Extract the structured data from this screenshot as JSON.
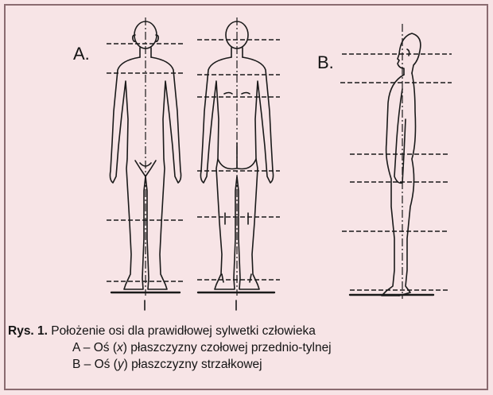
{
  "figure": {
    "label_a": "A.",
    "label_b": "B."
  },
  "caption": {
    "prefix": "Rys. 1.",
    "title": "Położenie osi dla prawidłowej sylwetki człowieka",
    "line_a": {
      "pre": "A – Oś (",
      "axis": "x",
      "post": ") płaszczyzny czołowej przednio-tylnej"
    },
    "line_b": {
      "pre": "B – Oś (",
      "axis": "y",
      "post": ") płaszczyzny strzałkowej"
    }
  },
  "colors": {
    "background": "#f7e4e6",
    "ink": "#141414",
    "border": "#8a6b70"
  }
}
